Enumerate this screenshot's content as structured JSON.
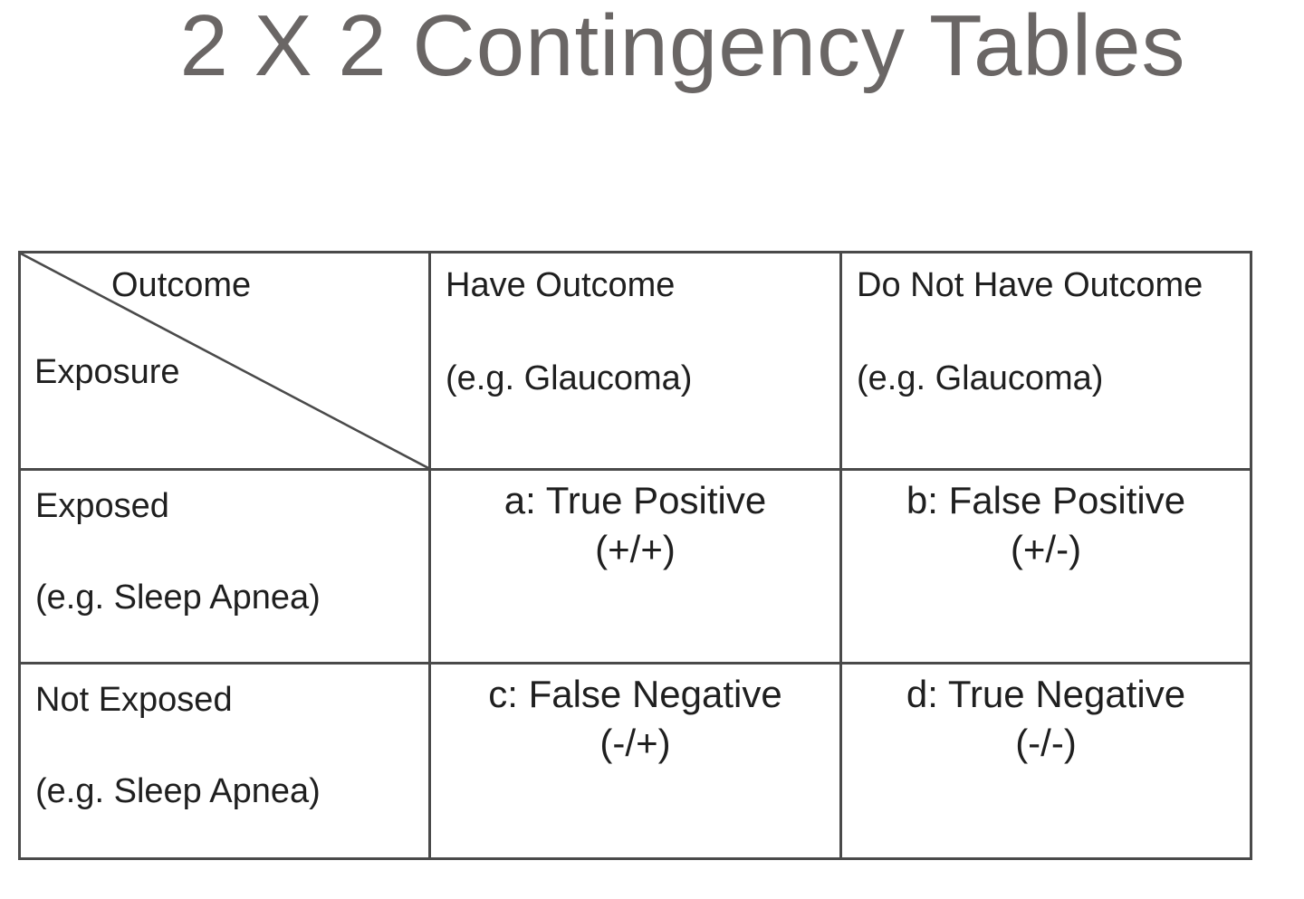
{
  "page": {
    "title": "2 X 2 Contingency Tables"
  },
  "colors": {
    "title_text": "#6a6665",
    "table_border": "#4a4a4a",
    "cell_text": "#1f1f1f",
    "background": "#ffffff"
  },
  "table": {
    "corner": {
      "top_label": "Outcome",
      "bottom_label": "Exposure"
    },
    "column_headers": [
      {
        "line1": "Have Outcome",
        "line2": "(e.g. Glaucoma)"
      },
      {
        "line1": "Do Not Have Outcome",
        "line2": "(e.g. Glaucoma)"
      }
    ],
    "row_headers": [
      {
        "line1": "Exposed",
        "line2": "(e.g. Sleep Apnea)"
      },
      {
        "line1": "Not Exposed",
        "line2": "(e.g. Sleep Apnea)"
      }
    ],
    "cells": [
      [
        {
          "line1": "a: True Positive",
          "line2": "(+/+)"
        },
        {
          "line1": "b: False Positive",
          "line2": "(+/-)"
        }
      ],
      [
        {
          "line1": "c: False Negative",
          "line2": "(-/+)"
        },
        {
          "line1": "d: True Negative",
          "line2": "(-/-)"
        }
      ]
    ]
  }
}
